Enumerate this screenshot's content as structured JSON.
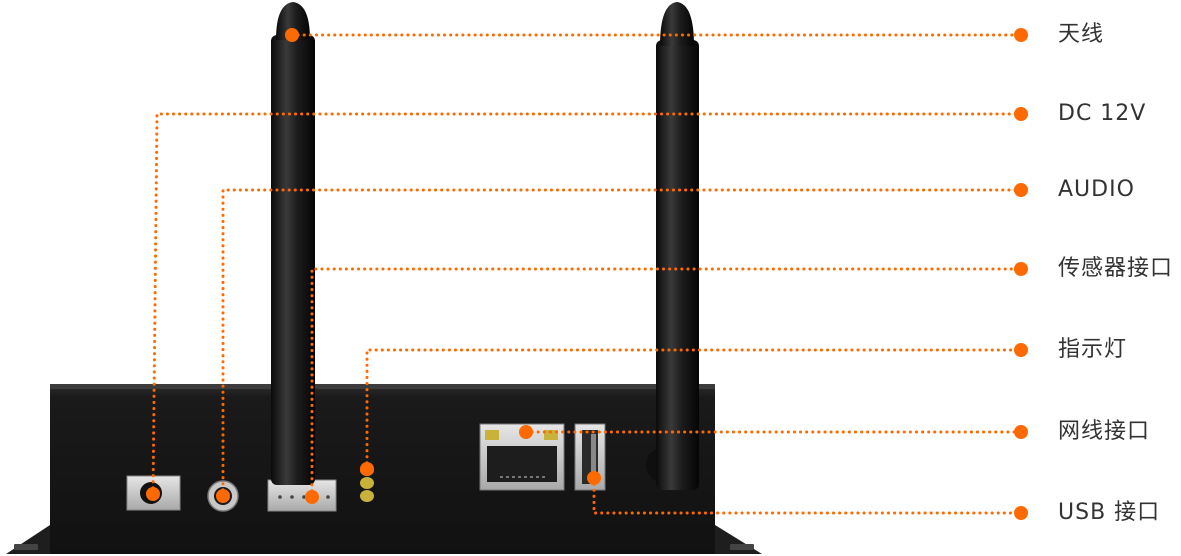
{
  "accent_color": "#ff6a00",
  "labels": [
    {
      "id": "antenna",
      "text": "天线"
    },
    {
      "id": "dc",
      "text": "DC 12V"
    },
    {
      "id": "audio",
      "text": "AUDIO"
    },
    {
      "id": "sensor",
      "text": "传感器接口"
    },
    {
      "id": "indicator",
      "text": "指示灯"
    },
    {
      "id": "ethernet",
      "text": "网线接口"
    },
    {
      "id": "usb",
      "text": "USB 接口"
    }
  ]
}
